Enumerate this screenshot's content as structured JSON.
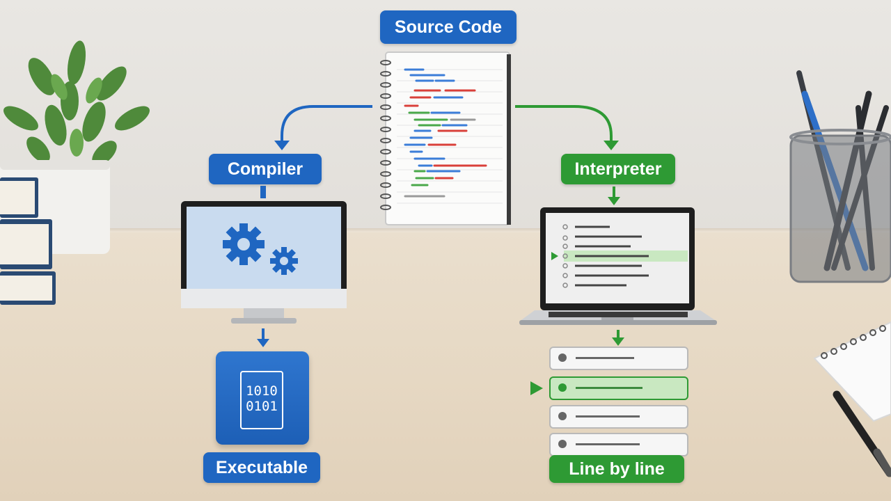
{
  "labels": {
    "source": "Source Code",
    "compiler": "Compiler",
    "interpreter": "Interpreter",
    "executable": "Executable",
    "line_by_line": "Line by line"
  },
  "binary": {
    "line1": "1010",
    "line2": "0101"
  },
  "colors": {
    "compiler_blue": "#1f66c1",
    "interpreter_green": "#2e9a34",
    "highlight_green": "#c9e8c1"
  },
  "icons": {
    "compiler_screen": "gears-icon",
    "executable_block": "binary-file-icon",
    "current_line_marker": "play-triangle-icon"
  }
}
